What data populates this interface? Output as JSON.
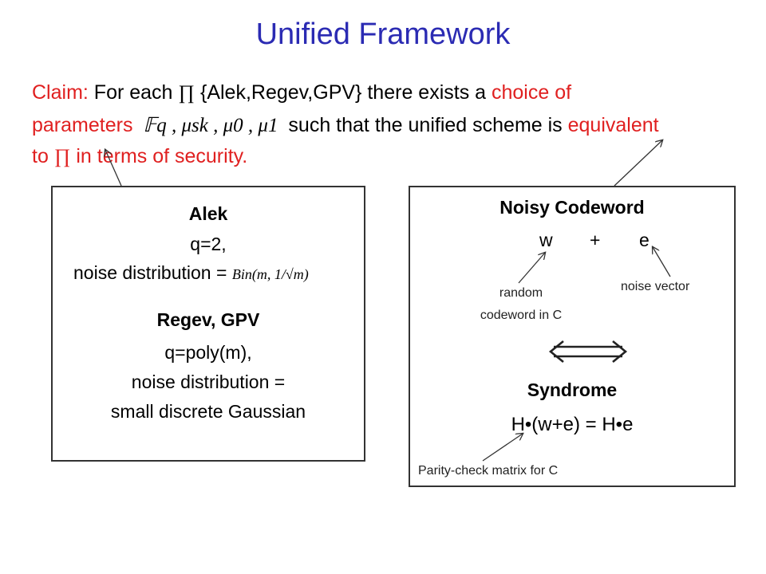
{
  "title": "Unified Framework",
  "claim": {
    "label": "Claim:",
    "line1_a": "For each",
    "pi_symbol": "∏",
    "line1_b": "{Alek,Regev,GPV}",
    "line1_c": "there exists a",
    "line1_red": "choice of",
    "line2_red": "parameters",
    "params": "𝔽q , μsk , μ0 , μ1",
    "line2_b": "such that the unified scheme is",
    "line2_red2": "equivalent",
    "line3_red": "to",
    "line3_b": "in terms of security."
  },
  "left_box": {
    "alek_title": "Alek",
    "alek_q": "q=2,",
    "alek_noise": "noise distribution =",
    "alek_formula": "Bin(m, 1/√m)",
    "regev_title": "Regev, GPV",
    "regev_q": "q=poly(m),",
    "regev_noise_1": "noise distribution =",
    "regev_noise_2": "small discrete Gaussian"
  },
  "right_box": {
    "noisy_title": "Noisy Codeword",
    "w": "w",
    "plus": "+",
    "e": "e",
    "random_1": "random",
    "random_2": "codeword in C",
    "noise_vector": "noise vector",
    "syndrome_title": "Syndrome",
    "syndrome_eq": "H•(w+e) = H•e",
    "parity_note": "Parity-check matrix for C"
  },
  "colors": {
    "title": "#2b2bb3",
    "highlight": "#e02020",
    "text": "#000000"
  }
}
